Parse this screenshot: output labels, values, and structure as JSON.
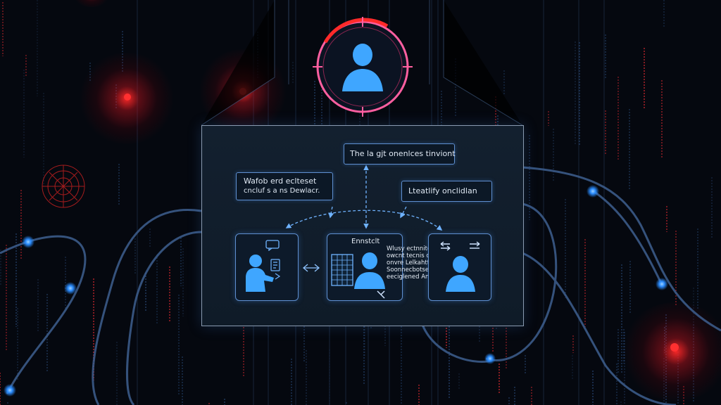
{
  "diagram": {
    "top_box": "The la gjt onenlces tinviont",
    "left_box_line1": "Wafob erd eclteset",
    "left_box_line2": "cncluf s a ns Dewlacr.",
    "right_box": "Lteatlify onclidlan",
    "center_card_title": "Ennstclt",
    "center_card_side_text": [
      "Wlusy ectnniter",
      "owcnt tecnis olc",
      "onvre Lelkahtte",
      "Soonnecbotsedy",
      "eeciglened Ant."
    ]
  },
  "colors": {
    "accent_blue": "#4aa3ff",
    "node_blue": "#1f8bff",
    "alert_red": "#ff2a2a",
    "ring_pink": "#ff5fa0"
  },
  "icons": [
    "user-avatar-icon",
    "target-ring-icon",
    "double-arrow-icon",
    "chat-icon",
    "spreadsheet-icon",
    "compare-arrows-icon"
  ]
}
